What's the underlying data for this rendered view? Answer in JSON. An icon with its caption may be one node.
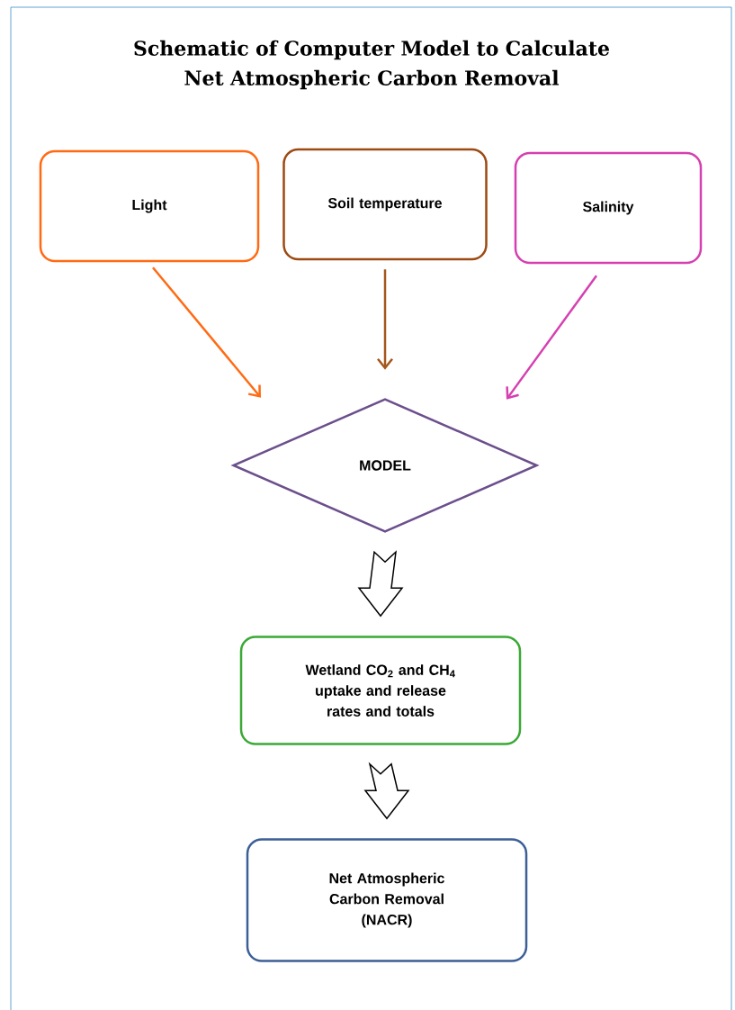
{
  "diagram": {
    "title": "Schematic of Computer Model to Calculate Net Atmospheric Carbon Removal",
    "nodes": [
      {
        "text": [
          "Light"
        ]
      },
      {
        "text": [
          "Soil temperature"
        ]
      },
      {
        "text": [
          "Salinity"
        ]
      },
      {
        "text": [
          "MODEL"
        ]
      },
      {
        "text": [
          "Wetland CO$_{2}$ and CH$_{4}$ uptake and release rates and totals"
        ]
      },
      {
        "text": [
          "Net Atmospheric Carbon Removal (NACR)"
        ]
      }
    ],
    "edges": [
      {
        "from": 0,
        "to": 3,
        "arrow": "to",
        "color": "#ff6a13"
      },
      {
        "from": 1,
        "to": 3,
        "arrow": "to",
        "color": "#a5561b"
      },
      {
        "from": 2,
        "to": 3,
        "arrow": "to",
        "color": "#d63fb0"
      },
      {
        "from": 3,
        "to": 4,
        "arrow": "to",
        "style": "thick",
        "color": "#000000"
      },
      {
        "from": 4,
        "to": 5,
        "arrow": "to",
        "style": "thick",
        "color": "#000000"
      }
    ]
  }
}
